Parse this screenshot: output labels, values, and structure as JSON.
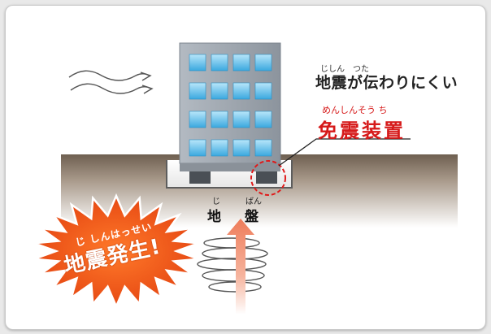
{
  "labels": {
    "not_transmitted_ruby": "じしん　つた",
    "not_transmitted": "地震が伝わりにくい",
    "isolator_ruby": "めんしんそう ち",
    "isolator": "免震装置",
    "ground_ji_ruby": "じ",
    "ground_ji": "地",
    "ground_ban_ruby": "ばん",
    "ground_ban": "盤",
    "burst_ruby": "じ しんはっせい",
    "burst_main": "地震発生!"
  },
  "colors": {
    "isolator_text": "#d61a1a",
    "ground": "#7a6a5a",
    "burst": "#e8501a",
    "arrow": "#f08a6a",
    "building": "#9aa2ab",
    "window": "#5ec0ec"
  },
  "icons": [
    "wind-lines-icon",
    "building-icon",
    "burst-icon",
    "vibration-spring-icon",
    "up-arrow-icon"
  ]
}
